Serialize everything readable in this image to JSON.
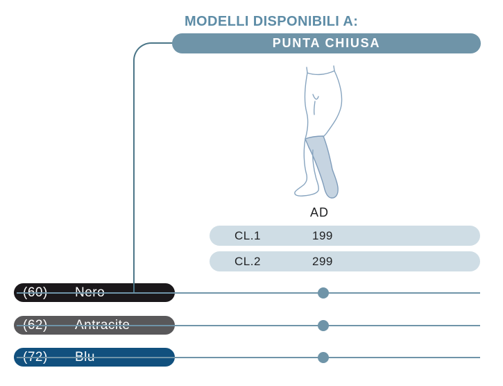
{
  "header": {
    "title": "MODELLI DISPONIBILI A:",
    "bar_label": "PUNTA CHIUSA"
  },
  "illustration": {
    "name": "below-knee-stocking-leg"
  },
  "price_table": {
    "column_header": "AD",
    "rows": [
      {
        "label": "CL.1",
        "value": "199"
      },
      {
        "label": "CL.2",
        "value": "299"
      }
    ]
  },
  "color_options": [
    {
      "code": "(60)",
      "name": "Nero",
      "swatch_hex": "#1b181b"
    },
    {
      "code": "(62)",
      "name": "Antracite",
      "swatch_hex": "#59585a"
    },
    {
      "code": "(72)",
      "name": "Blu",
      "swatch_hex": "#11507e"
    }
  ],
  "palette": {
    "accent": "#6f94a8",
    "connector_line": "#4a7587",
    "leader_line": "#6f94a8",
    "table_row_bg": "#cfdde5",
    "title_text": "#5d8ca6",
    "dark_text": "#1f2022"
  }
}
